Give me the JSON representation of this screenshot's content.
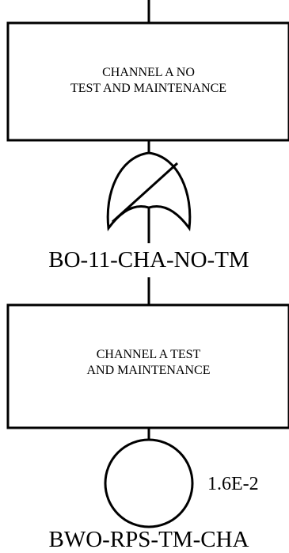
{
  "event_box_1": {
    "line1": "CHANNEL A NO",
    "line2": "TEST AND MAINTENANCE"
  },
  "gate": {
    "type": "NOT-OR gate",
    "label": "BO-11-CHA-NO-TM"
  },
  "event_box_2": {
    "line1": "CHANNEL A TEST",
    "line2": "AND MAINTENANCE"
  },
  "basic_event": {
    "probability": "1.6E-2",
    "label": "BWO-RPS-TM-CHA"
  }
}
